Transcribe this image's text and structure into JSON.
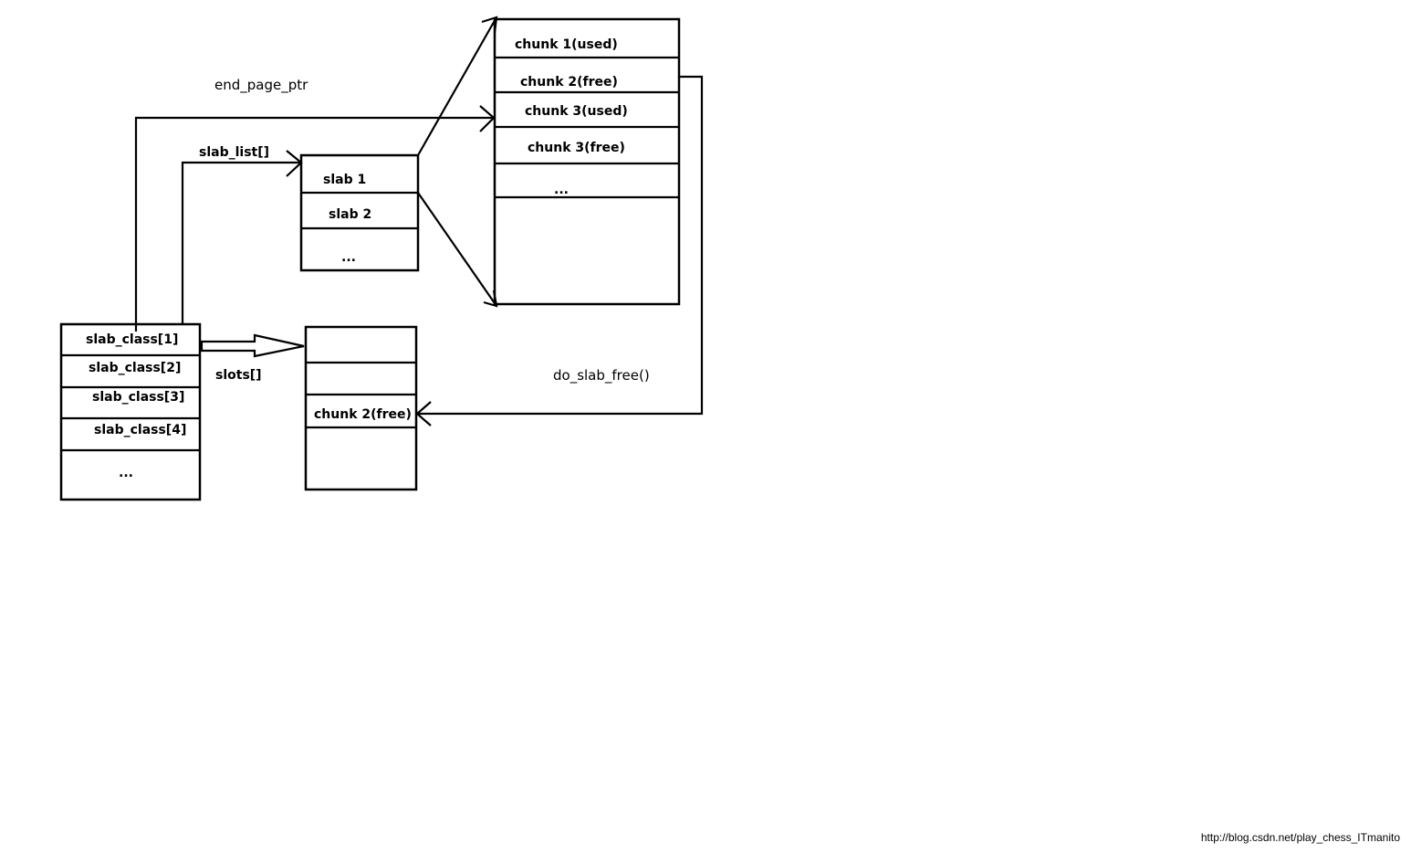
{
  "slab_class": {
    "items": [
      "slab_class[1]",
      "slab_class[2]",
      "slab_class[3]",
      "slab_class[4]",
      "..."
    ]
  },
  "slab_list": {
    "items": [
      "slab 1",
      "slab 2",
      "..."
    ]
  },
  "page": {
    "items": [
      "chunk 1(used)",
      "chunk 2(free)",
      "chunk 3(used)",
      "chunk 3(free)",
      "...",
      ""
    ]
  },
  "slots": {
    "items": [
      "",
      "",
      "chunk 2(free)",
      ""
    ]
  },
  "labels": {
    "end_page_ptr": "end_page_ptr",
    "slab_list": "slab_list[]",
    "slots": "slots[]",
    "do_slab_free": "do_slab_free()"
  },
  "watermark": "http://blog.csdn.net/play_chess_ITmanito"
}
